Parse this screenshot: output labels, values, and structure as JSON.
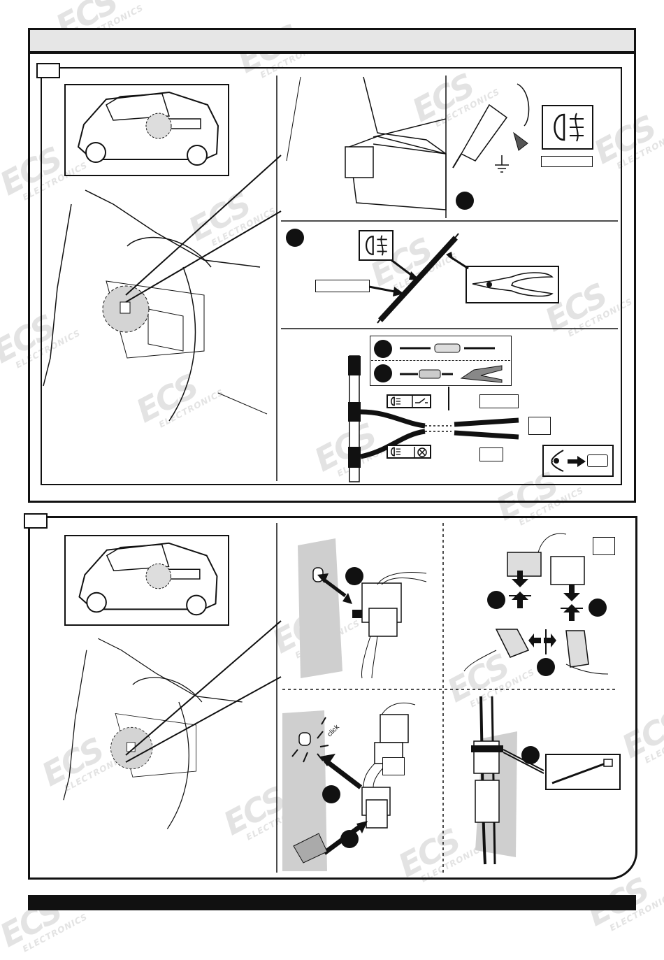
{
  "watermark": {
    "brand": "ECS",
    "sub": "ELECTRONICS"
  },
  "callouts": {
    "click_text": "click"
  },
  "colors": {
    "ink": "#111111",
    "header_bg": "#e6e6e6",
    "watermark": "#e3e3e3",
    "footer_bar": "#111111"
  },
  "icons": {
    "fog_lamp": "rear-fog-lamp-icon",
    "switch": "switch-icon",
    "bulb": "bulb-icon",
    "eye": "eye-icon",
    "arrow": "arrow-right-icon",
    "pliers": "pliers-icon",
    "test_lamp": "test-lamp-icon",
    "ground": "ground-icon",
    "cable_tie": "cable-tie-icon",
    "crimp_tool": "crimp-tool-icon"
  }
}
